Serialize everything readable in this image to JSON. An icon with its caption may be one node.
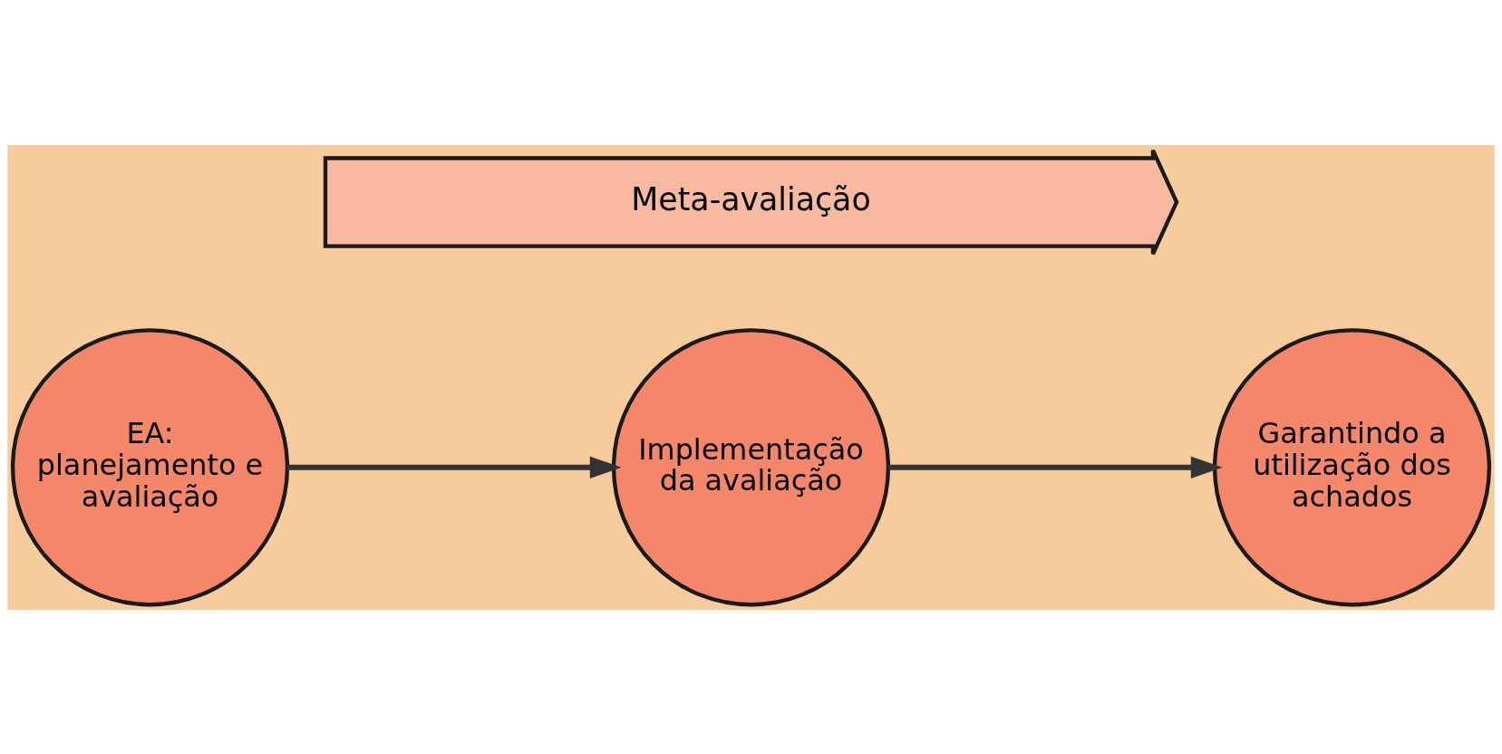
{
  "diagram": {
    "nodes": [
      {
        "text": [
          "EA: planejamento e avaliação"
        ]
      },
      {
        "text": [
          "Implementação da avaliação"
        ]
      },
      {
        "text": [
          "Garantindo a utilização dos achados"
        ]
      },
      {
        "text": [
          "Meta-avaliação"
        ]
      }
    ],
    "edges": [
      {
        "from": 0,
        "to": 1,
        "arrow": "to"
      },
      {
        "from": 1,
        "to": 2,
        "arrow": "to"
      }
    ]
  }
}
